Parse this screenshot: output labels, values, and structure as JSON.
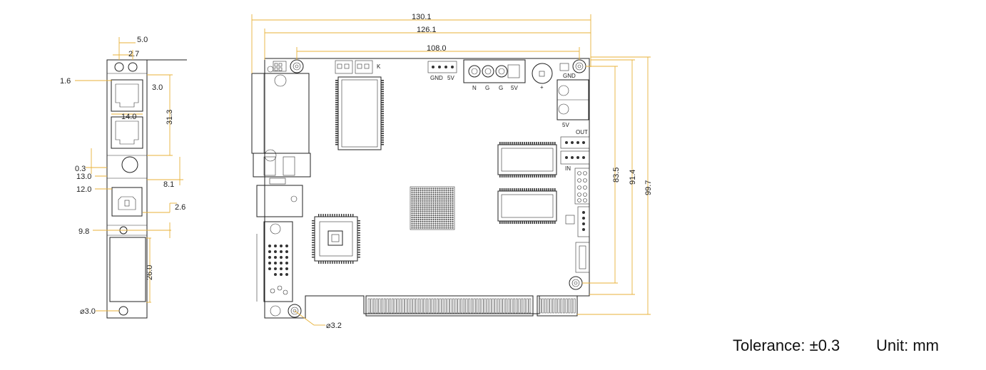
{
  "side_view": {
    "dims": {
      "d5_0": "5.0",
      "d2_7": "2.7",
      "d1_6": "1.6",
      "d3_0": "3.0",
      "d31_3": "31.3",
      "d14_0": "14.0",
      "d0_3": "0.3",
      "d13_0": "13.0",
      "d8_1": "8.1",
      "d12_0": "12.0",
      "d2_6": "2.6",
      "d9_8": "9.8",
      "d26_0": "26.0",
      "hole": "⌀3.0"
    }
  },
  "board": {
    "dims": {
      "width_overall": "130.1",
      "width_126": "126.1",
      "width_108": "108.0",
      "height_83": "83.5",
      "height_91": "91.4",
      "height_99": "99.7",
      "hole": "⌀3.2"
    },
    "labels": {
      "k": "K",
      "gnd_a": "GND",
      "v5_a": "5V",
      "n": "N",
      "g1": "G",
      "g2": "G",
      "v5_b": "5V",
      "gnd_b": "GND",
      "v5_c": "5V",
      "plus": "+",
      "out": "OUT",
      "in": "IN"
    }
  },
  "footer": {
    "tolerance": "Tolerance: ±0.3",
    "unit": "Unit: mm"
  },
  "colors": {
    "dimension_line": "#e8b23a",
    "outline": "#222222",
    "text": "#111111"
  }
}
